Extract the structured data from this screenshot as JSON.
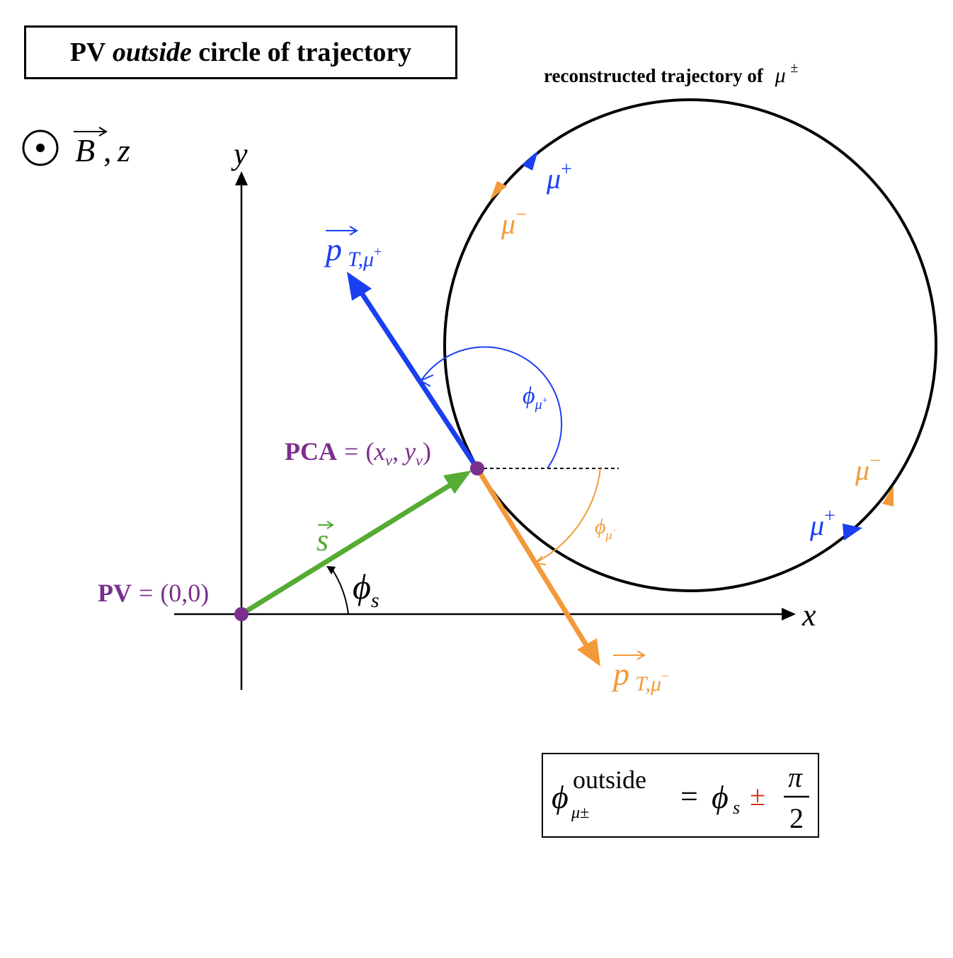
{
  "title": {
    "prefix": "PV",
    "emphasis": "outside",
    "suffix": "circle of trajectory"
  },
  "trajectory_label": {
    "text": "reconstructed trajectory of",
    "symbol": "μ",
    "superscript": "±"
  },
  "field_indicator": {
    "vector": "B",
    "sep": ",",
    "axis": "z"
  },
  "axes": {
    "x_label": "x",
    "y_label": "y"
  },
  "points": {
    "pv": {
      "name": "PV",
      "eq": "=",
      "coords": "(0,0)"
    },
    "pca": {
      "name": "PCA",
      "eq": "=",
      "open": "(",
      "x": "x",
      "y": "y",
      "sub": "v",
      "comma": ",",
      "close": ")"
    }
  },
  "vectors": {
    "s": {
      "symbol": "s"
    },
    "pt_plus": {
      "symbol": "p",
      "sub": "T,μ",
      "sup": "+"
    },
    "pt_minus": {
      "symbol": "p",
      "sub": "T,μ",
      "sup": "−"
    }
  },
  "angles": {
    "phi_s": {
      "symbol": "ϕ",
      "sub": "s"
    },
    "phi_plus": {
      "symbol": "ϕ",
      "sub": "μ",
      "sup": "+"
    },
    "phi_minus": {
      "symbol": "ϕ",
      "sub": "μ",
      "sup": "−"
    }
  },
  "direction_labels": {
    "top_plus": {
      "symbol": "μ",
      "sup": "+"
    },
    "top_minus": {
      "symbol": "μ",
      "sup": "−"
    },
    "bottom_minus": {
      "symbol": "μ",
      "sup": "−"
    },
    "bottom_plus": {
      "symbol": "μ",
      "sup": "+"
    }
  },
  "formula": {
    "lhs_symbol": "ϕ",
    "lhs_sup": "outside",
    "lhs_sub": "μ±",
    "equals": "=",
    "rhs_symbol": "ϕ",
    "rhs_sub": "s",
    "pm": "±",
    "numerator": "π",
    "denominator": "2"
  },
  "colors": {
    "blue": "#1a3ff0",
    "orange": "#f29a3a",
    "green": "#55ab33",
    "purple": "#7b2f8c",
    "red": "#d7301f",
    "black": "#000000"
  }
}
